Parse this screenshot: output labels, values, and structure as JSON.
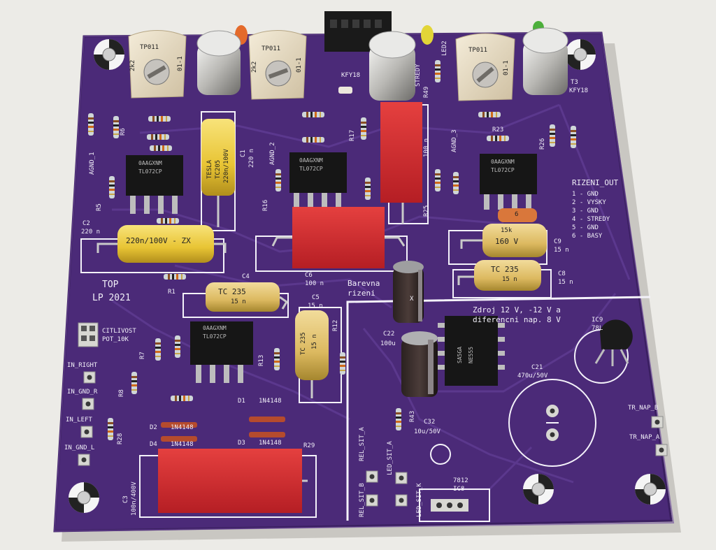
{
  "board": {
    "logo_line1": "TOP",
    "logo_line2": "LP 2021",
    "colors": {
      "pcb": "#4b2a78",
      "silk": "#f4f2fa",
      "background": "#ecebe7"
    }
  },
  "connector": {
    "title": "RIZENI_OUT",
    "pins": [
      "1 - GND",
      "2 - VYSKY",
      "3 - GND",
      "4 - STREDY",
      "5 - GND",
      "6 - BASY"
    ]
  },
  "power_note": {
    "line1": "Zdroj 12 V, -12 V a",
    "line2": "diferencni nap. 8 V"
  },
  "tone_note": {
    "line1": "Barevna",
    "line2": "rizeni"
  },
  "inputs": [
    "IN_RIGHT",
    "IN_GND_R",
    "IN_LEFT",
    "IN_GND_L"
  ],
  "pot_label": {
    "line1": "CITLIVOST",
    "line2": "POT_10K"
  },
  "tr_labels": [
    "TR_NAP_B",
    "TR_NAP_A"
  ],
  "rel_labels": [
    "REL_SIT_A",
    "REL_SIT_B",
    "LED_SIT_A",
    "LED_SIT_K"
  ],
  "refs": {
    "c2": "C2",
    "c2v": "220 n",
    "c1": "C1",
    "c1v": "220 n",
    "c4": "C4",
    "c5": "C5",
    "c5v": "15 n",
    "c6": "C6",
    "c6v": "100 n",
    "c7v": "100 n",
    "c8": "C8",
    "c8v": "15 n",
    "c9": "C9",
    "c9v": "15 n",
    "c3": "C3",
    "c3v": "100n/400V",
    "c21": "C21",
    "c21v": "470u/50V",
    "c22": "C22",
    "c22v": "100u",
    "c32": "C32",
    "c32v": "10u/50V",
    "ic8": "IC8",
    "ic8v": "7812",
    "ic9": "IC9",
    "ic9v": "78L",
    "t3": "T3",
    "t3v": "KFY18",
    "t1v": "KFY18",
    "d1": "D1",
    "d2": "D2",
    "d3": "D3",
    "d4": "D4",
    "d_part": "1N4148",
    "r1": "R1",
    "r5": "R5",
    "r6": "R6",
    "r7": "R7",
    "r8": "R8",
    "r12": "R12",
    "r13": "R13",
    "r16": "R16",
    "r17": "R17",
    "r23": "R23",
    "r25": "R25",
    "r26": "R26",
    "r28": "R28",
    "r29": "R29",
    "r43": "R43",
    "r49": "R49",
    "agnd1": "AGND_1",
    "agnd2": "AGND_2",
    "agnd3": "AGND_3",
    "led2": "LED2",
    "stredy": "STREDY"
  },
  "printed_parts": {
    "trimmer": "TP011",
    "trimmer_value": "2k2",
    "trimmer_mark": "01-1",
    "ic": "TL072CP",
    "ic_code": "0AAGXNM",
    "ic_regulator_line1": "SA5GA",
    "ic_regulator_line2": "NE555",
    "tesla_brand": "TESLA",
    "tesla_code": "TC205",
    "tesla_value": "220n/100V",
    "cap_yellow_left": "220n/100V - ZX",
    "tc235": "TC 235",
    "tc235_value": "15 n",
    "cap_160v": "15k",
    "cap_160v_volt": "160 V",
    "cap_6": "6",
    "elko_x": "X"
  }
}
